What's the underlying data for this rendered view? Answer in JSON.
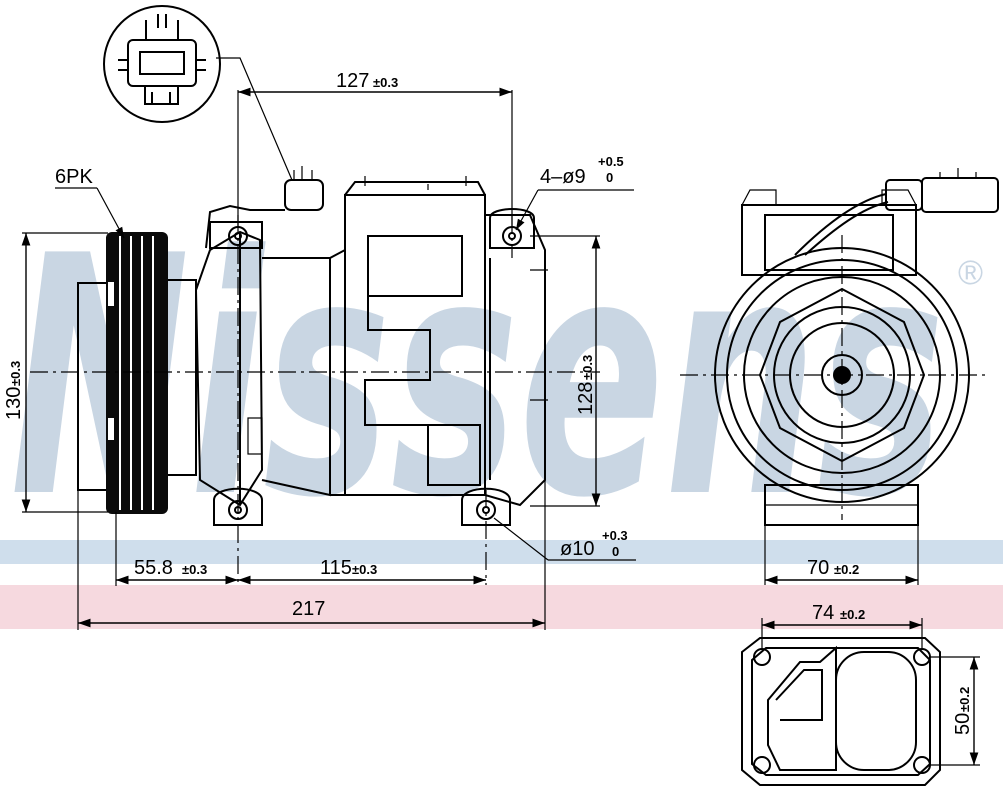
{
  "watermark": {
    "brand": "Nissens",
    "registered": "®",
    "colors": {
      "text": "#c9d6e3",
      "blue_band": "#cfdeec",
      "pink_band": "#f6d9df"
    }
  },
  "labels": {
    "belt": "6PK",
    "bolt_holes": "4–ø9",
    "bolt_holes_tol_upper": "+0.5",
    "bolt_holes_tol_lower": "0",
    "dia10": "ø10",
    "dia10_tol_upper": "+0.3",
    "dia10_tol_lower": "0"
  },
  "dimensions": {
    "top_127": {
      "value": "127",
      "tol": "±0.3"
    },
    "height_130": {
      "value": "130",
      "tol": "±0.3"
    },
    "height_128": {
      "value": "128",
      "tol": "±0.3"
    },
    "len_55_8": {
      "value": "55.8",
      "tol": "±0.3"
    },
    "len_115": {
      "value": "115",
      "tol": "±0.3"
    },
    "len_217": {
      "value": "217",
      "tol": ""
    },
    "width_70": {
      "value": "70",
      "tol": "±0.2"
    },
    "width_74": {
      "value": "74",
      "tol": "±0.2"
    },
    "height_50": {
      "value": "50",
      "tol": "±0.2"
    }
  }
}
